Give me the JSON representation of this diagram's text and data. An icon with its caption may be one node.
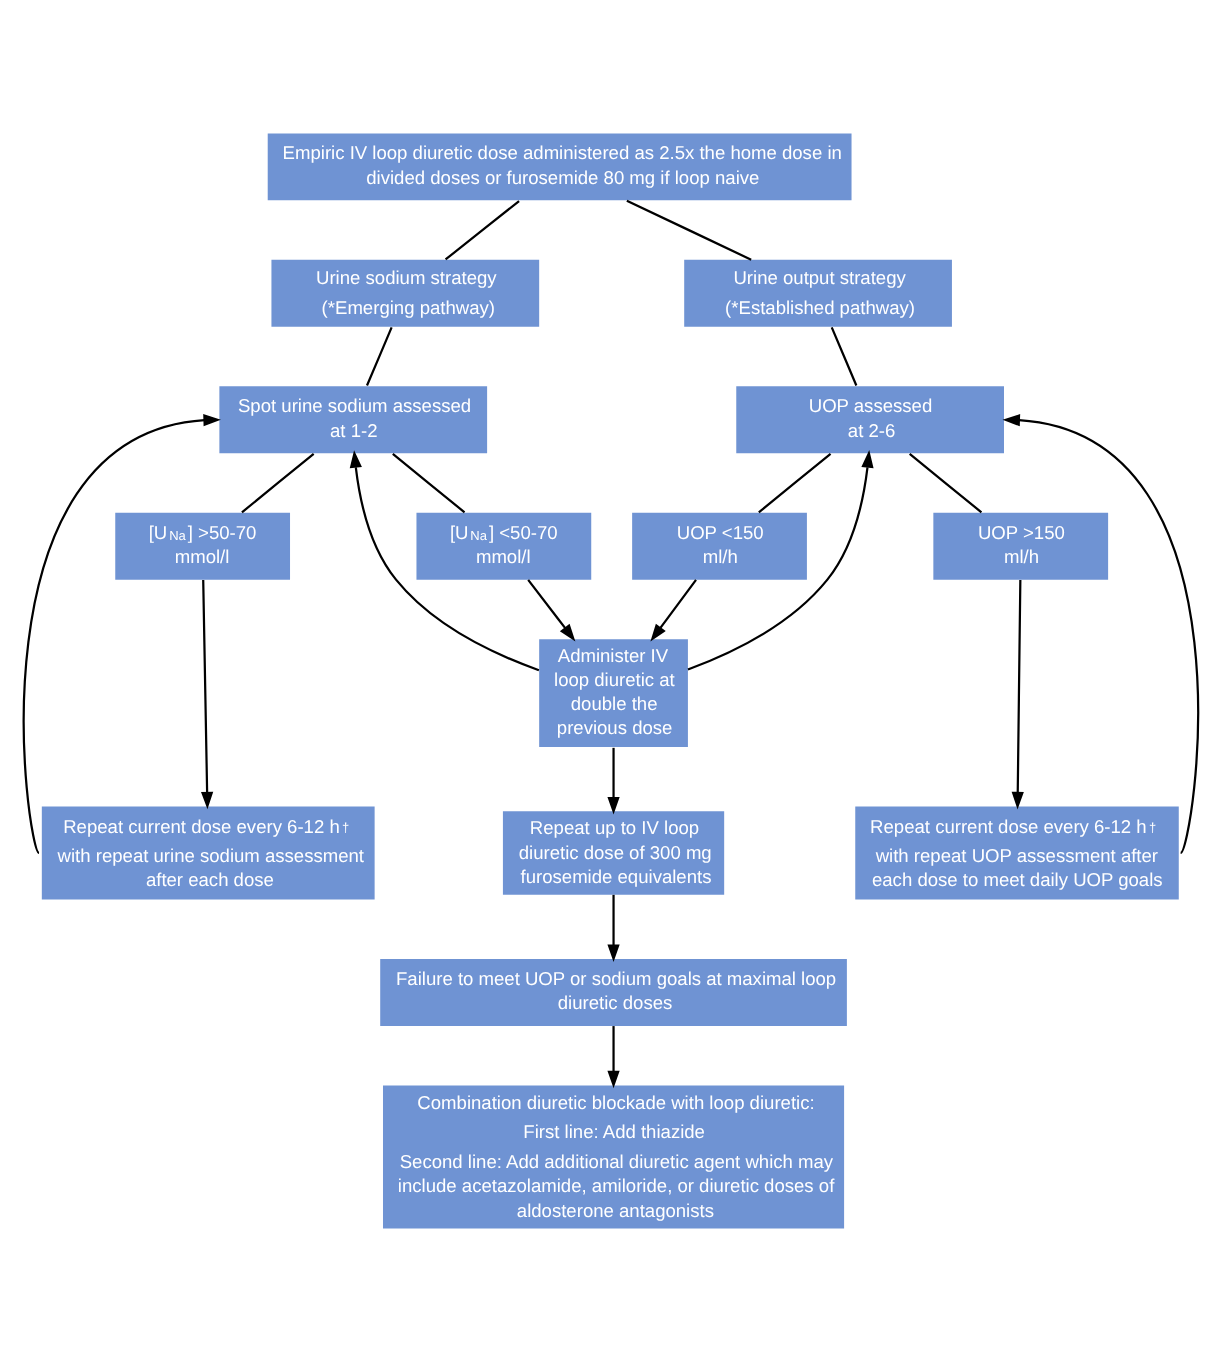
{
  "diagram": {
    "nodes": [
      {
        "text": [
          "Empiric IV loop diuretic dose administered as 2.5x the home dose in divided doses or furosemide 80 mg if loop naive"
        ]
      },
      {
        "text": [
          "Urine sodium strategy",
          "(*Emerging pathway)"
        ]
      },
      {
        "text": [
          "Urine output strategy",
          "(*Established pathway)"
        ]
      },
      {
        "text": [
          "Spot urine sodium assessed at 1-2"
        ]
      },
      {
        "text": [
          "UOP assessed at 2-6"
        ]
      },
      {
        "text": [
          "[U$_{Na}$] >50-70 mmol/l"
        ]
      },
      {
        "text": [
          "[U$_{Na}$] <50-70 mmol/l"
        ]
      },
      {
        "text": [
          "UOP <150 ml/h"
        ]
      },
      {
        "text": [
          "UOP >150 ml/h"
        ]
      },
      {
        "text": [
          "Administer IV loop diuretic at double the previous dose"
        ]
      },
      {
        "text": [
          "Repeat current dose every 6-12 h$^{†}$ with repeat urine sodium assessment after each dose"
        ]
      },
      {
        "text": [
          "Repeat up to IV loop diuretic dose of 300 mg furosemide equivalents"
        ]
      },
      {
        "text": [
          "Repeat current dose every 6-12 h$^{†}$ with repeat UOP assessment after each dose to meet daily UOP goals"
        ]
      },
      {
        "text": [
          "Failure to meet UOP or sodium goals at maximal loop diuretic doses"
        ]
      },
      {
        "text": [
          "Combination diuretic blockade with loop diuretic:",
          "First line: Add thiazide",
          "Second line: Add additional diuretic agent which may include acetazolamide, amiloride, or diuretic doses of aldosterone antagonists"
        ]
      }
    ],
    "edges": [
      {
        "from": 0,
        "to": 1,
        "arrow": "none"
      },
      {
        "from": 0,
        "to": 2,
        "arrow": "none"
      },
      {
        "from": 1,
        "to": 3,
        "arrow": "none"
      },
      {
        "from": 2,
        "to": 4,
        "arrow": "none"
      },
      {
        "from": 3,
        "to": 5,
        "arrow": "none"
      },
      {
        "from": 3,
        "to": 6,
        "arrow": "none"
      },
      {
        "from": 4,
        "to": 7,
        "arrow": "none"
      },
      {
        "from": 4,
        "to": 8,
        "arrow": "none"
      },
      {
        "from": 6,
        "to": 9,
        "arrow": "to"
      },
      {
        "from": 7,
        "to": 9,
        "arrow": "to"
      },
      {
        "from": 9,
        "to": 3,
        "arrow": "to"
      },
      {
        "from": 9,
        "to": 4,
        "arrow": "to"
      },
      {
        "from": 5,
        "to": 10,
        "arrow": "to"
      },
      {
        "from": 9,
        "to": 11,
        "arrow": "to"
      },
      {
        "from": 8,
        "to": 12,
        "arrow": "to"
      },
      {
        "from": 10,
        "to": 3,
        "arrow": "to"
      },
      {
        "from": 12,
        "to": 4,
        "arrow": "to"
      },
      {
        "from": 11,
        "to": 13,
        "arrow": "to"
      },
      {
        "from": 13,
        "to": 14,
        "arrow": "to"
      }
    ]
  }
}
